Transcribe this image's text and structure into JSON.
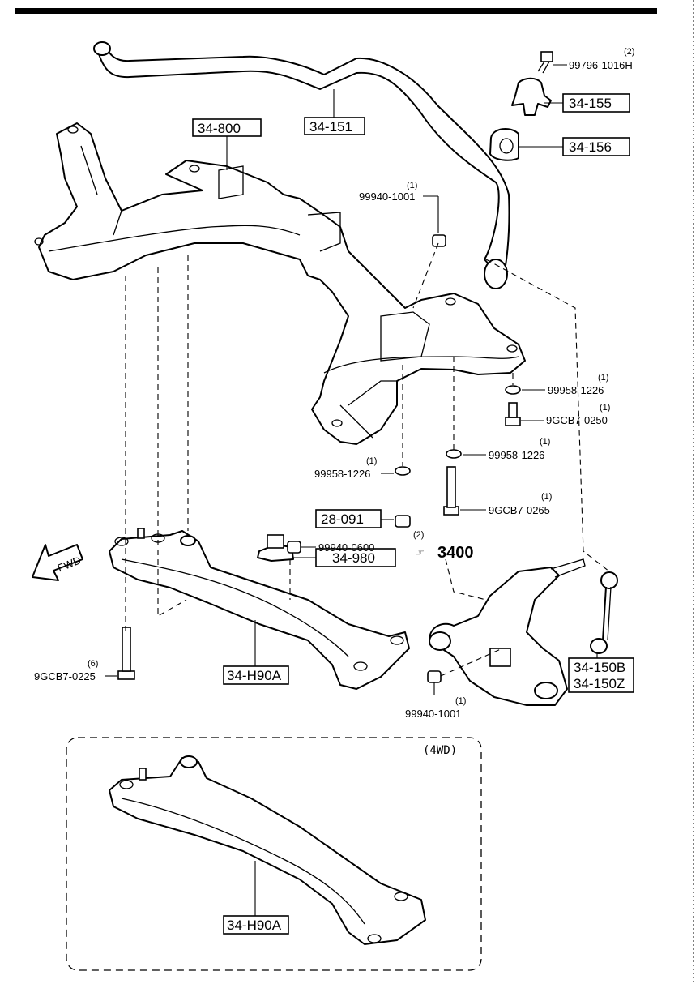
{
  "callouts": {
    "c_34_800": "34-800",
    "c_34_151": "34-151",
    "c_34_155": "34-155",
    "c_34_156": "34-156",
    "c_28_091": "28-091",
    "c_34_980": "34-980",
    "c_34_h90a": "34-H90A",
    "c_34_150b": "34-150B",
    "c_34_150z": "34-150Z",
    "c_34_h90a_4wd": "34-H90A"
  },
  "parts": {
    "p1_num": "99796-1016H",
    "p1_qty": "(2)",
    "p2_num": "99940-1001",
    "p2_qty": "(1)",
    "p3_num": "99958-1226",
    "p3_qty": "(1)",
    "p4_num": "9GCB7-0250",
    "p4_qty": "(1)",
    "p5_num": "99958-1226",
    "p5_qty": "(1)",
    "p6_num": "9GCB7-0265",
    "p6_qty": "(1)",
    "p7_num": "99958-1226",
    "p7_qty": "(1)",
    "p8_num": "99940-0600",
    "p8_qty": "(2)",
    "p9_num": "9GCB7-0225",
    "p9_qty": "(6)",
    "p10_num": "99940-1001",
    "p10_qty": "(1)"
  },
  "ref_group": "3400",
  "fwd": "FWD",
  "variant_label": "(4WD)"
}
